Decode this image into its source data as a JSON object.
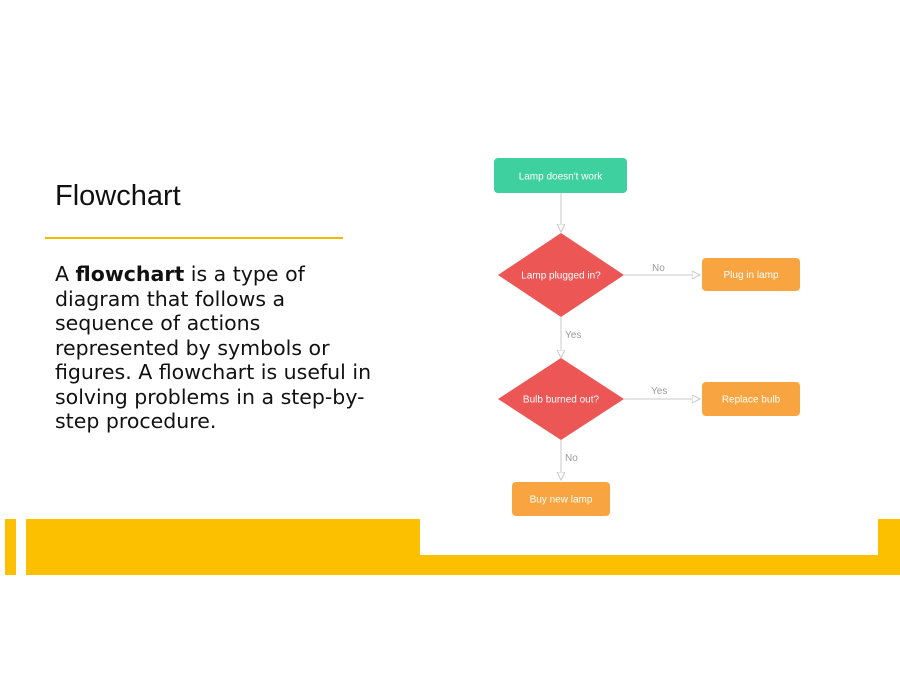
{
  "slide": {
    "title": "Flowchart",
    "body": {
      "prefix": "A ",
      "bold": "flowchart",
      "suffix": " is a type of diagram that follows a sequence of actions represented by symbols or figures. A flowchart is useful in solving problems in a step-by-step procedure."
    }
  },
  "colors": {
    "accent": "#fcc000",
    "start_node": "#3fd0a0",
    "decision_node": "#ec5755",
    "process_node": "#f8a440",
    "connector": "#c8c8c8"
  },
  "diagram": {
    "nodes": {
      "start": "Lamp doesn't work",
      "decision_plugged": "Lamp plugged in?",
      "plug_in": "Plug in lamp",
      "decision_bulb": "Bulb burned out?",
      "replace": "Replace bulb",
      "buy": "Buy new lamp"
    },
    "edges": {
      "plugged_no": "No",
      "plugged_yes": "Yes",
      "bulb_yes": "Yes",
      "bulb_no": "No"
    }
  }
}
